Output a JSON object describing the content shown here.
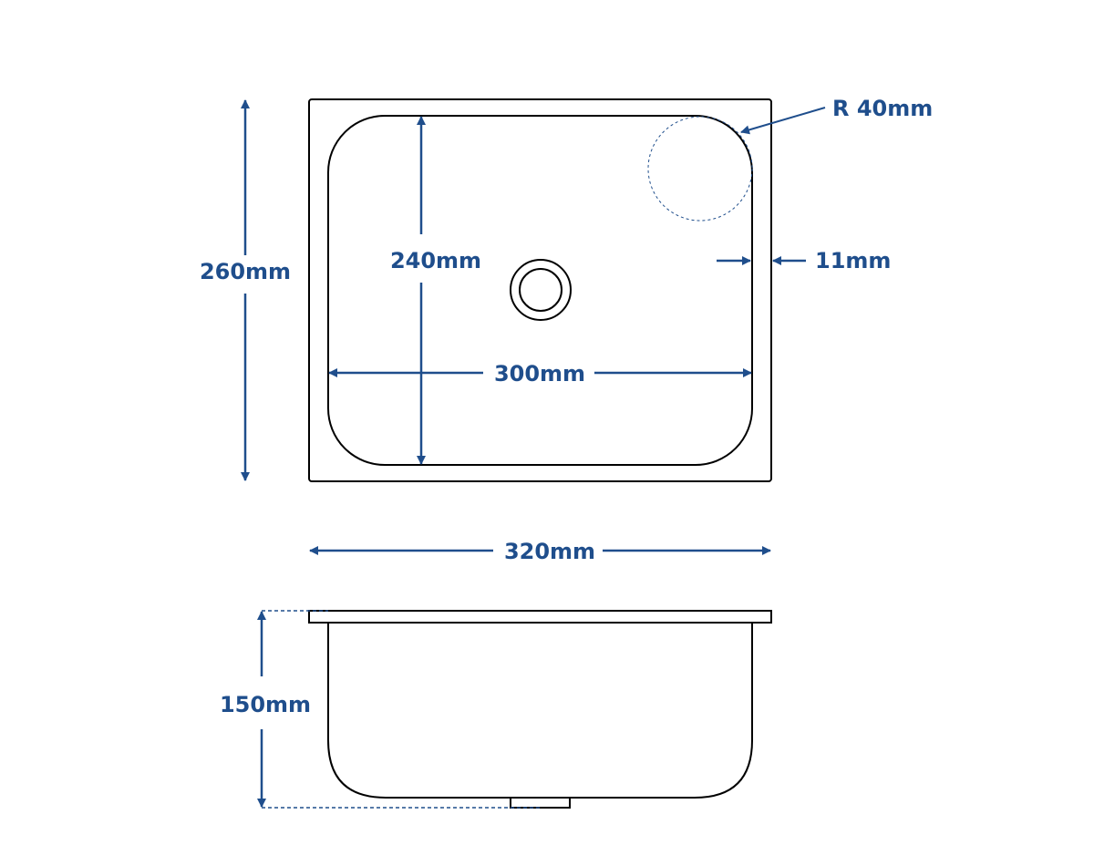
{
  "colors": {
    "dimension": "#1f4e8c",
    "outline": "#000000",
    "background": "#ffffff"
  },
  "top_view": {
    "outer_height_label": "260mm",
    "inner_height_label": "240mm",
    "inner_width_label": "300mm",
    "outer_width_label": "320mm",
    "corner_radius_label": "R 40mm",
    "rim_width_label": "11mm"
  },
  "side_view": {
    "depth_label": "150mm"
  }
}
